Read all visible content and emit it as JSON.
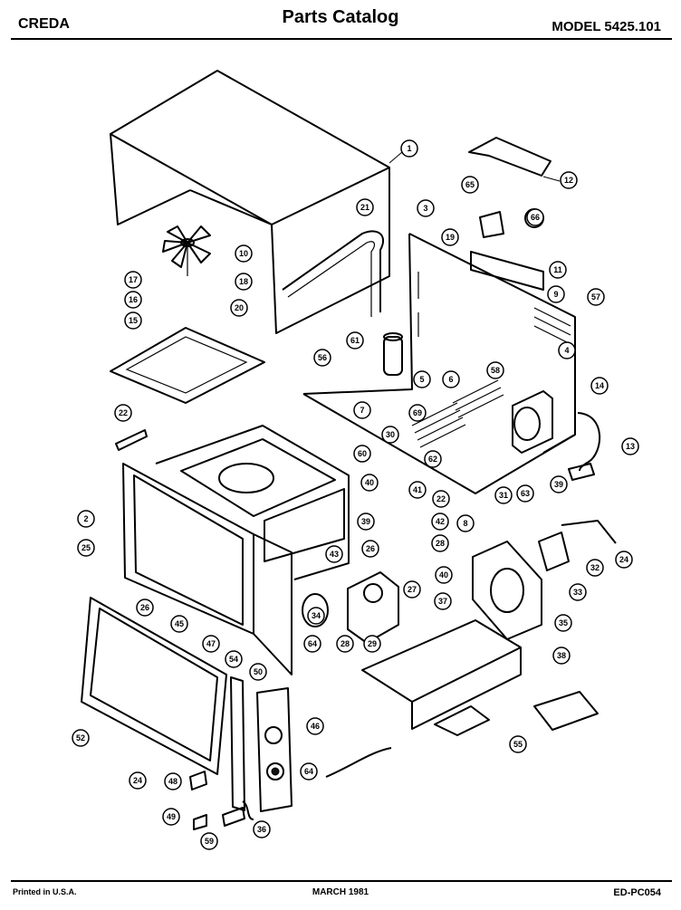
{
  "header": {
    "brand": "CREDA",
    "title": "Parts Catalog",
    "model": "MODEL 5425.101"
  },
  "footer": {
    "printed": "Printed in U.S.A.",
    "date": "MARCH 1981",
    "code": "ED-PC054"
  },
  "callouts": [
    "1",
    "12",
    "65",
    "21",
    "3",
    "66",
    "19",
    "11",
    "10",
    "17",
    "18",
    "16",
    "15",
    "20",
    "9",
    "57",
    "61",
    "56",
    "58",
    "4",
    "7",
    "5",
    "6",
    "14",
    "69",
    "13",
    "22",
    "60",
    "30",
    "62",
    "31",
    "63",
    "39",
    "2",
    "40",
    "41",
    "22",
    "8",
    "42",
    "39",
    "28",
    "26",
    "24",
    "25",
    "43",
    "32",
    "33",
    "40",
    "27",
    "37",
    "35",
    "45",
    "64",
    "28",
    "29",
    "47",
    "54",
    "50",
    "38",
    "46",
    "52",
    "24",
    "48",
    "64",
    "34",
    "49",
    "59",
    "36",
    "55"
  ]
}
